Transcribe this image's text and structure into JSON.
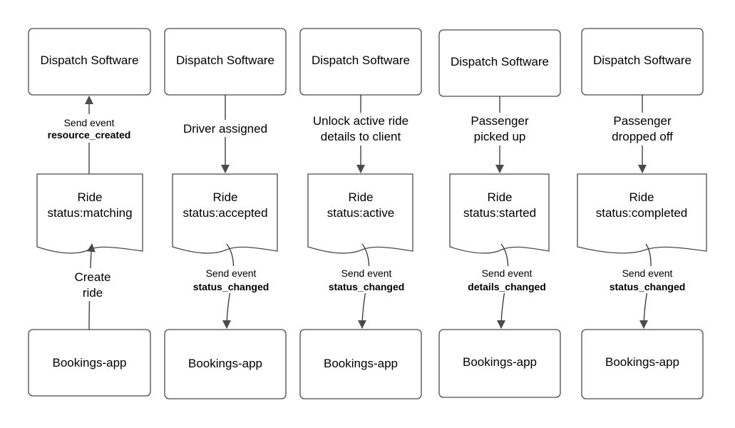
{
  "columns": [
    {
      "top_box": "Dispatch Software",
      "document": {
        "line1": "Ride",
        "line2": "status:matching"
      },
      "upper_label": {
        "line1": "Send event",
        "line2": "resource_created"
      },
      "lower_label": {
        "line1": "Create",
        "line2": "ride"
      },
      "bottom_box": "Bookings-app"
    },
    {
      "top_box": "Dispatch Software",
      "document": {
        "line1": "Ride",
        "line2": "status:accepted"
      },
      "upper_label": {
        "line1": "Driver assigned"
      },
      "lower_label": {
        "line1": "Send event",
        "line2": "status_changed"
      },
      "bottom_box": "Bookings-app"
    },
    {
      "top_box": "Dispatch Software",
      "document": {
        "line1": "Ride",
        "line2": "status:active"
      },
      "upper_label": {
        "line1": "Unlock active ride",
        "line2": "details to client"
      },
      "lower_label": {
        "line1": "Send event",
        "line2": "status_changed"
      },
      "bottom_box": "Bookings-app"
    },
    {
      "top_box": "Dispatch Software",
      "document": {
        "line1": "Ride",
        "line2": "status:started"
      },
      "upper_label": {
        "line1": "Passenger",
        "line2": "picked up"
      },
      "lower_label": {
        "line1": "Send event",
        "line2": "details_changed"
      },
      "bottom_box": "Bookings-app"
    },
    {
      "top_box": "Dispatch Software",
      "document": {
        "line1": "Ride",
        "line2": "status:completed"
      },
      "upper_label": {
        "line1": "Passenger",
        "line2": "dropped off"
      },
      "lower_label": {
        "line1": "Send event",
        "line2": "status_changed"
      },
      "bottom_box": "Bookings-app"
    }
  ]
}
